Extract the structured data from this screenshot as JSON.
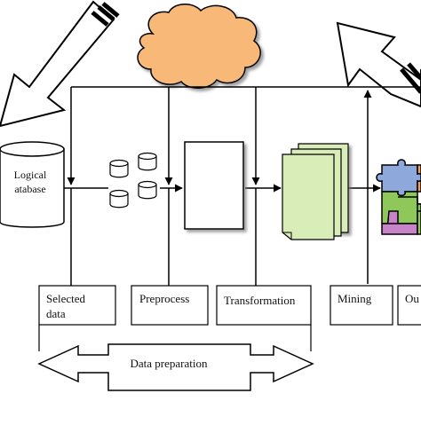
{
  "diagram": {
    "source": {
      "label_line1": "Logical",
      "label_line2": "atabase"
    },
    "stages": [
      {
        "id": "selected",
        "line1": "Selected",
        "line2": "data"
      },
      {
        "id": "preprocess",
        "line1": "Preprocess",
        "line2": ""
      },
      {
        "id": "transformation",
        "line1": "Transformation",
        "line2": ""
      },
      {
        "id": "mining",
        "line1": "Mining",
        "line2": ""
      },
      {
        "id": "output",
        "line1": "Ou",
        "line2": ""
      }
    ],
    "data_preparation_label": "Data preparation"
  },
  "colors": {
    "cloud": "#f8b878",
    "documents": "#d8edb8",
    "puzzle_blue": "#8ea8dc",
    "puzzle_orange": "#f0a060",
    "puzzle_purple": "#c884c8",
    "puzzle_green": "#8ec85a",
    "line": "#000000"
  }
}
